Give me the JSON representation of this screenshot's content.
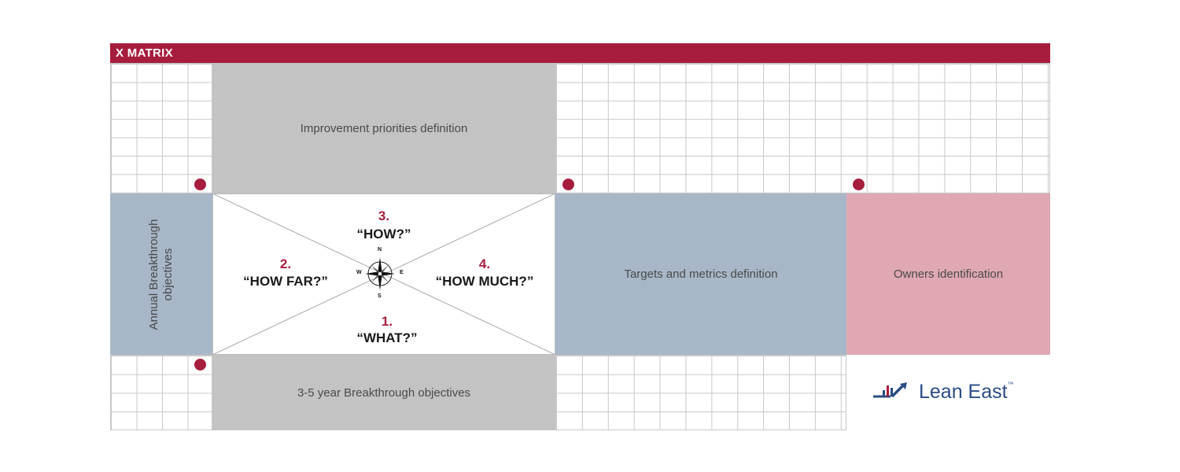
{
  "header": {
    "title": "X MATRIX"
  },
  "blocks": {
    "top": "Improvement priorities definition",
    "left": "Annual Breakthrough objectives",
    "right": "Targets and metrics definition",
    "owners": "Owners identification",
    "bottom": "3-5 year Breakthrough objectives"
  },
  "center": {
    "top": {
      "num": "3.",
      "label": "“HOW?”"
    },
    "left": {
      "num": "2.",
      "label": "“HOW FAR?”"
    },
    "right": {
      "num": "4.",
      "label": "“HOW MUCH?”"
    },
    "bottom": {
      "num": "1.",
      "label": "“WHAT?”"
    },
    "compass": {
      "n": "N",
      "s": "S",
      "e": "E",
      "w": "W"
    }
  },
  "logo": {
    "name": "Lean East",
    "tm": "™"
  },
  "colors": {
    "accent_red": "#a71d3e",
    "grey_block": "#c3c3c3",
    "blue_block": "#a7b7c8",
    "pink_block": "#dfa8b3",
    "logo_blue": "#2b4d86"
  }
}
